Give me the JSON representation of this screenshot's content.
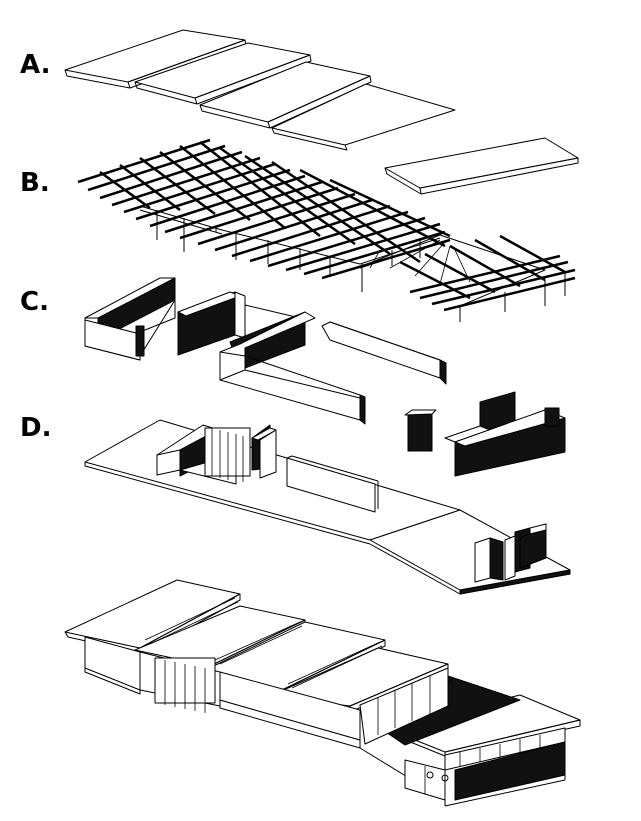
{
  "labels": {
    "a": "A.",
    "b": "B.",
    "c": "C.",
    "d": "D."
  },
  "colors": {
    "ink": "#000000",
    "background": "#ffffff",
    "wall_fill": "#111111"
  }
}
